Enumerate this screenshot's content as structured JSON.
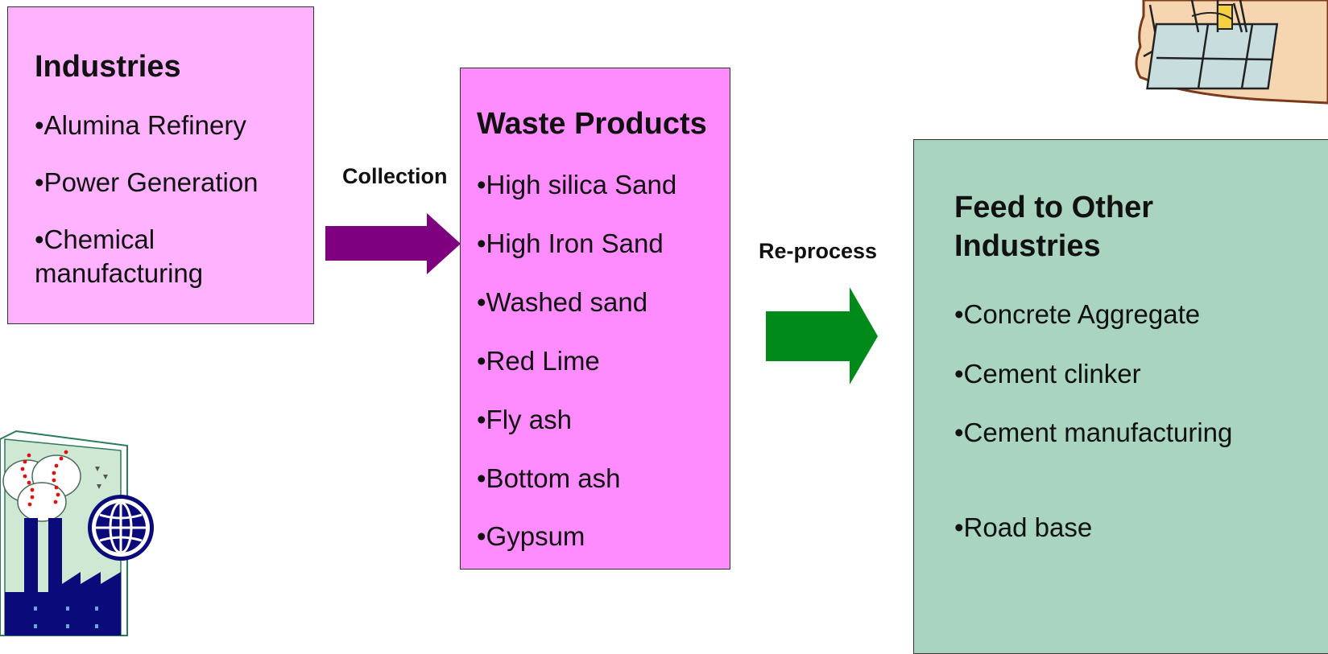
{
  "industries": {
    "title": "Industries",
    "items": [
      "•Alumina Refinery",
      "•Power Generation",
      "•Chemical manufacturing"
    ]
  },
  "waste_products": {
    "title": "Waste Products",
    "items": [
      "•High silica  Sand",
      "•High Iron Sand",
      "•Washed sand",
      "•Red Lime",
      "•Fly ash",
      "•Bottom ash",
      "•Gypsum"
    ]
  },
  "feed": {
    "title": "Feed to Other Industries",
    "items": [
      "•Concrete Aggregate",
      "•Cement clinker",
      "•Cement manufacturing",
      "•Road base"
    ]
  },
  "arrows": {
    "collection": "Collection",
    "reprocess": "Re-process"
  },
  "colors": {
    "industries_box": "#ffb3ff",
    "waste_box": "#ff8cff",
    "feed_box": "#a8d4c0",
    "collection_arrow": "#7f007f",
    "reprocess_arrow": "#008a1a"
  },
  "icons": [
    "factory-clipart-icon",
    "building-clipart-icon"
  ]
}
